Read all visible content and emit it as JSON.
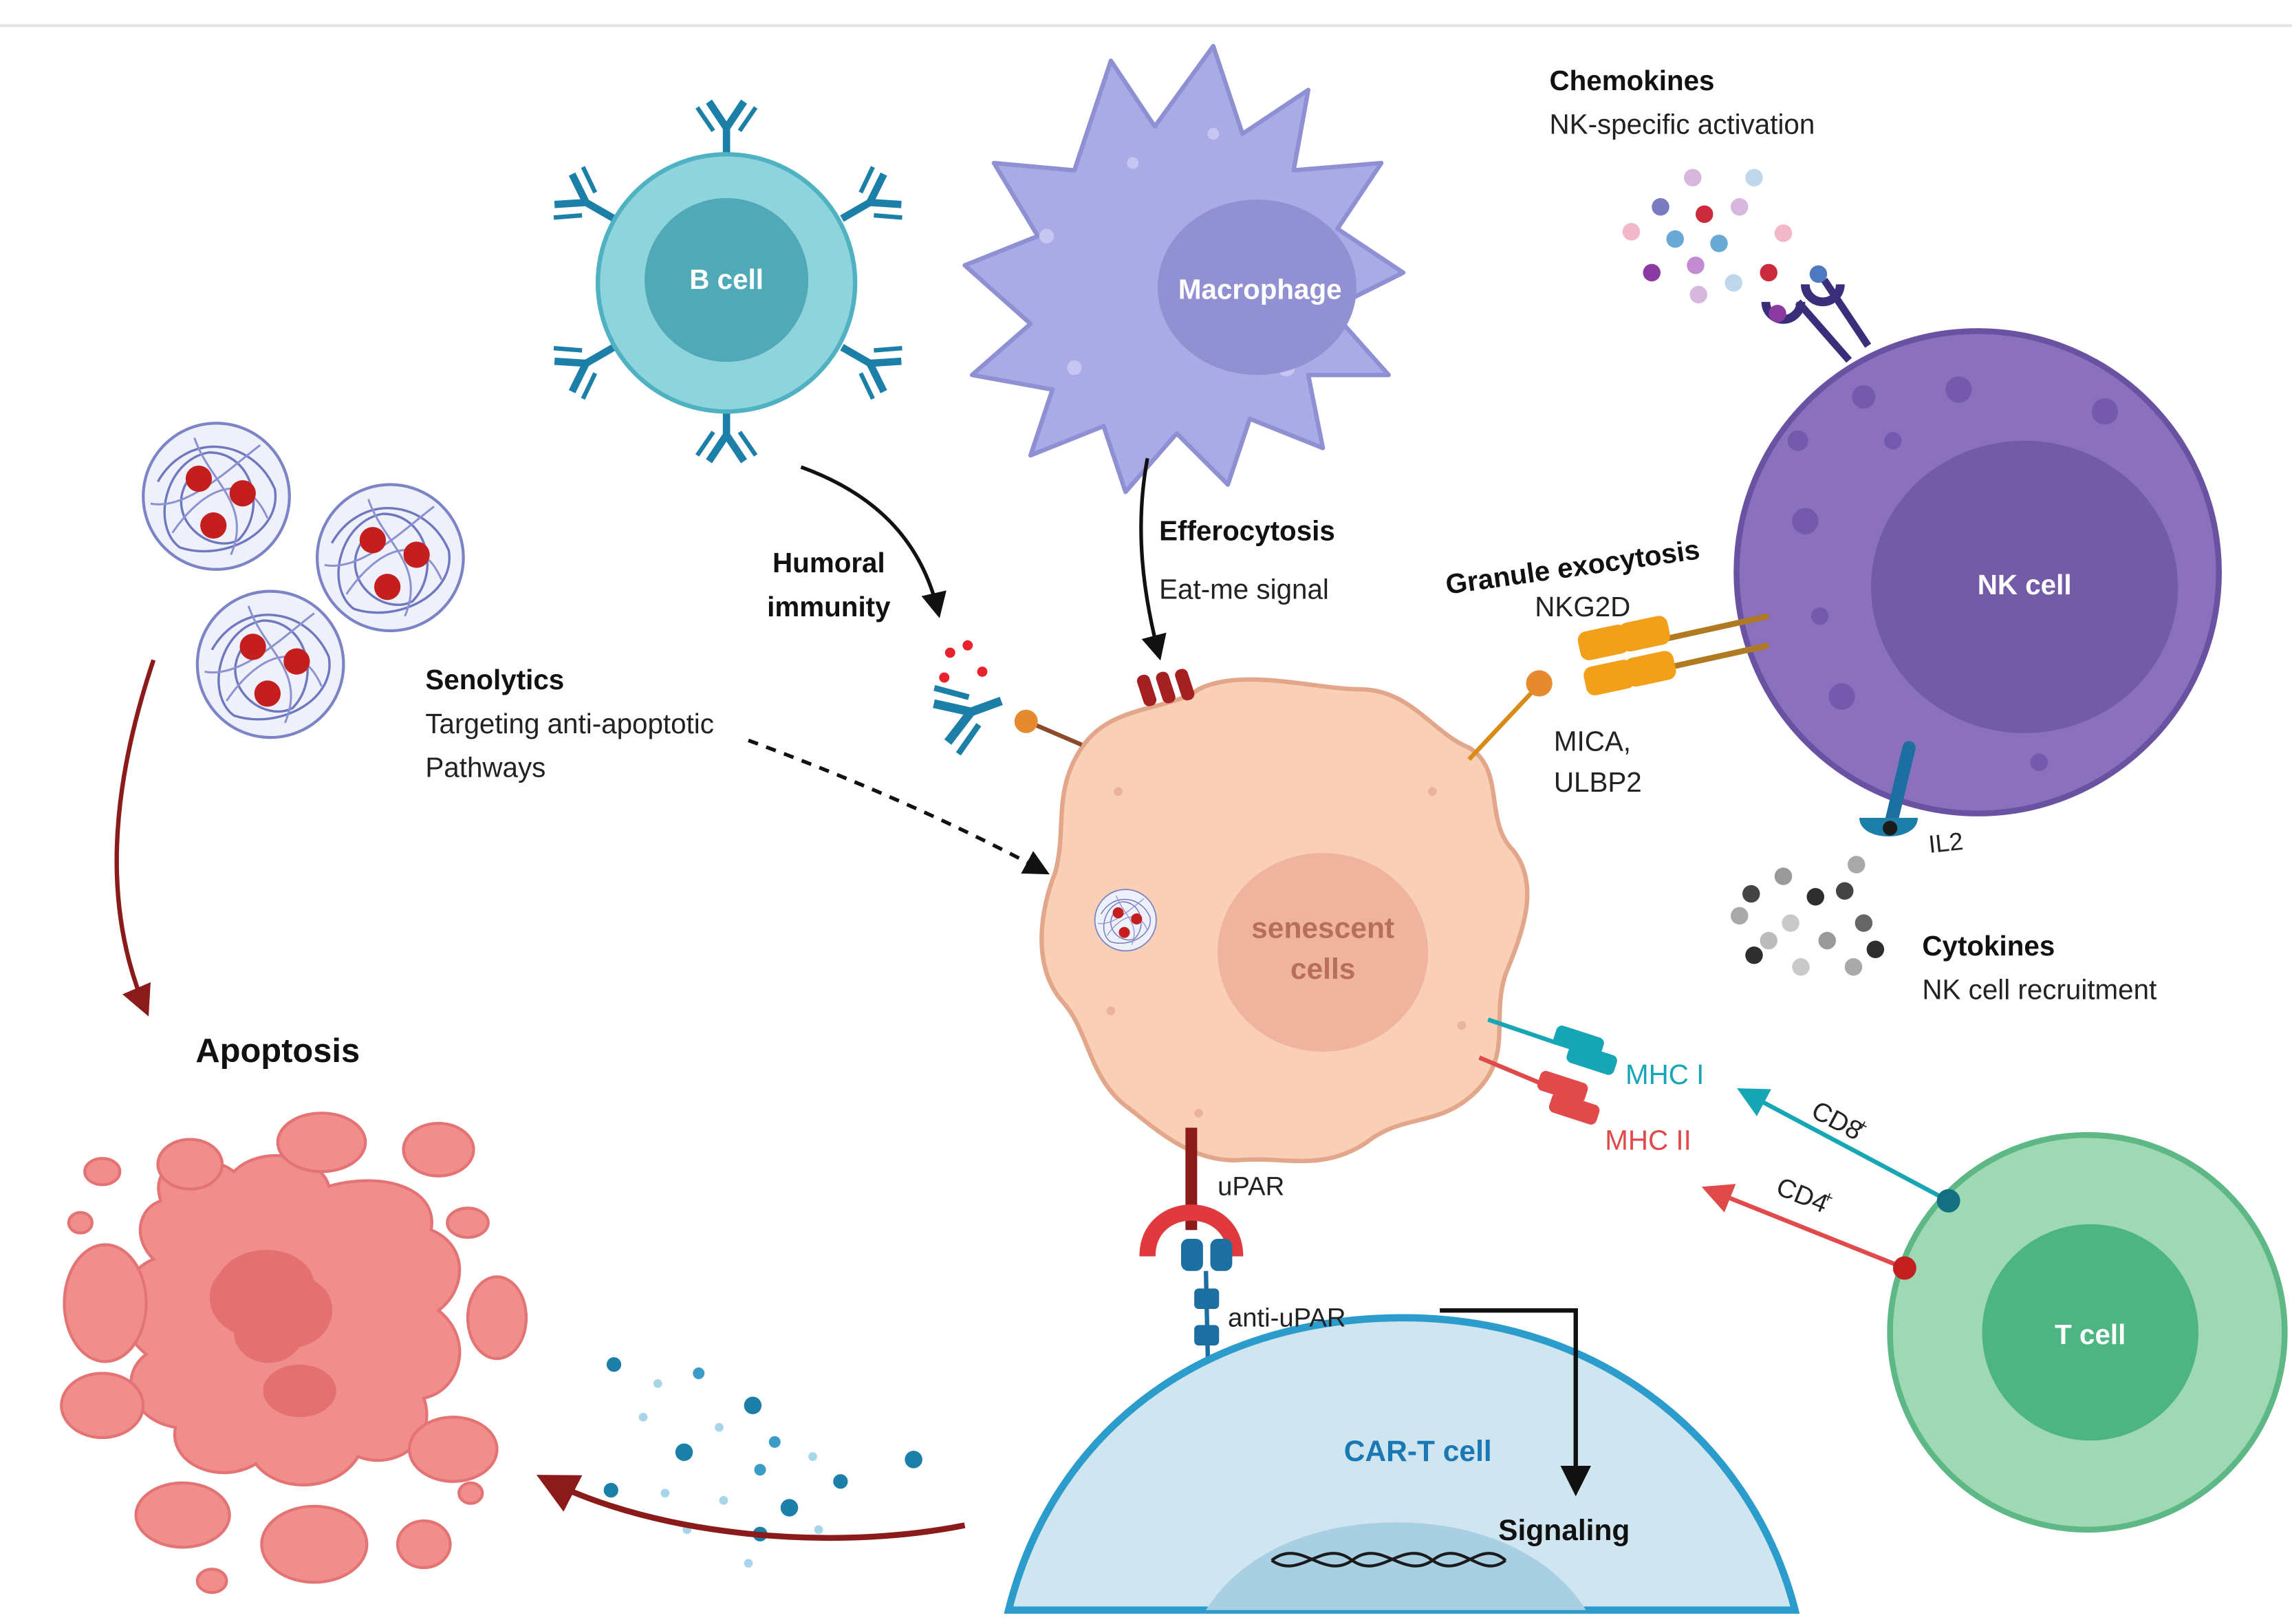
{
  "cells": {
    "b_cell": "B cell",
    "macrophage": "Macrophage",
    "nk_cell": "NK cell",
    "t_cell": "T cell",
    "car_t_cell": "CAR-T cell",
    "senescent_line1": "senescent",
    "senescent_line2": "cells"
  },
  "labels": {
    "chemokines_title": "Chemokines",
    "chemokines_desc": "NK-specific activation",
    "efferocytosis_title": "Efferocytosis",
    "efferocytosis_desc": "Eat-me signal",
    "humoral_line1": "Humoral",
    "humoral_line2": "immunity",
    "granule_exocytosis": "Granule exocytosis",
    "nkg2d": "NKG2D",
    "mica": "MICA,",
    "ulbp2": "ULBP2",
    "senolytics_title": "Senolytics",
    "senolytics_line1": "Targeting anti-apoptotic",
    "senolytics_line2": "Pathways",
    "il2": "IL2",
    "cytokines_title": "Cytokines",
    "cytokines_desc": "NK cell recruitment",
    "apoptosis": "Apoptosis",
    "mhc1": "MHC I",
    "mhc2": "MHC II",
    "cd8": "CD8",
    "cd4": "CD4",
    "superscript_plus": "+",
    "upar": "uPAR",
    "anti_upar": "anti-uPAR",
    "signaling": "Signaling"
  },
  "colors": {
    "b_cell": "#8fd3dc",
    "macrophage": "#aaaae6",
    "nk_cell": "#8a70bd",
    "t_cell": "#9ed8b4",
    "car_t": "#cfe6f0",
    "senescent": "#f9cfb6",
    "apoptotic": "#f08d8d",
    "mhc1": "#16a6b6",
    "mhc2": "#e04a4a",
    "dark_red_arrow": "#8b1a1a",
    "car_t_label": "#1a78b4"
  },
  "icons": [
    "antibody-icon",
    "nanoparticle-icon",
    "dna-helix-icon",
    "receptor-icon",
    "chemokine-dots-icon",
    "cytokine-dots-icon"
  ]
}
